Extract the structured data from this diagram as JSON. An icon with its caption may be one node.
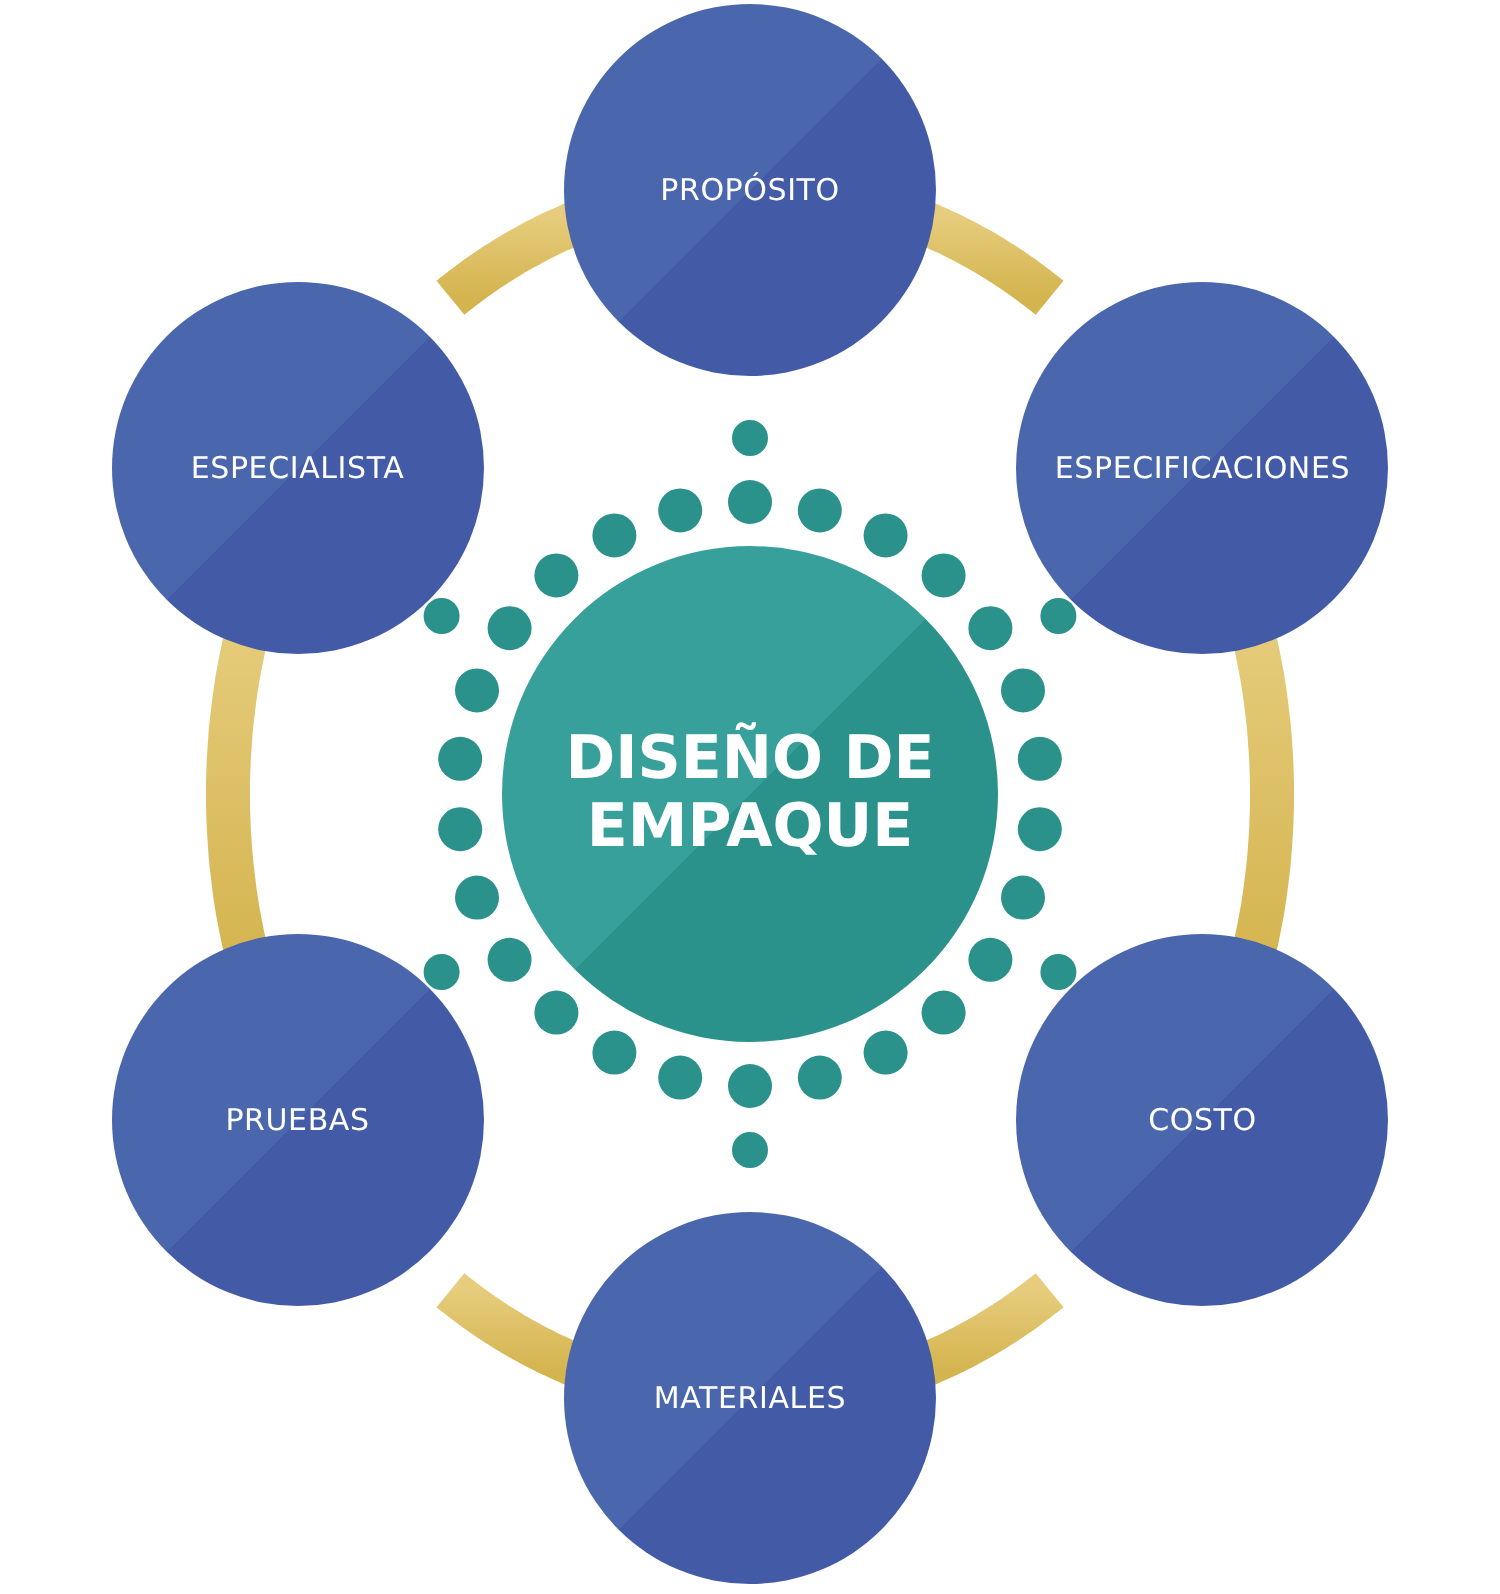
{
  "diagram": {
    "nodes": [
      {
        "text": [
          "DISEÑO DE EMPAQUE"
        ]
      },
      {
        "text": [
          "PROPÓSITO"
        ]
      },
      {
        "text": [
          "ESPECIFICACIONES"
        ]
      },
      {
        "text": [
          "COSTO"
        ]
      },
      {
        "text": [
          "MATERIALES"
        ]
      },
      {
        "text": [
          "PRUEBAS"
        ]
      },
      {
        "text": [
          "ESPECIALISTA"
        ]
      }
    ],
    "edges": [
      {
        "from": 1,
        "to": 2,
        "arrow": "none"
      },
      {
        "from": 2,
        "to": 3,
        "arrow": "none"
      },
      {
        "from": 3,
        "to": 4,
        "arrow": "none"
      },
      {
        "from": 4,
        "to": 5,
        "arrow": "none"
      },
      {
        "from": 5,
        "to": 6,
        "arrow": "none"
      },
      {
        "from": 6,
        "to": 1,
        "arrow": "none"
      }
    ]
  }
}
